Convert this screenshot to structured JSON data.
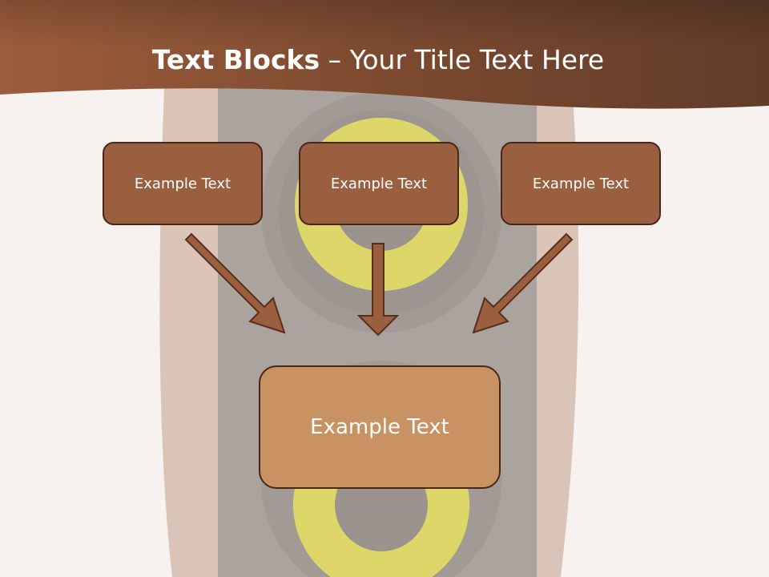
{
  "title": {
    "bold": "Text Blocks",
    "dash": " – ",
    "rest": "Your Title Text Here"
  },
  "boxes": [
    {
      "label": "Example Text"
    },
    {
      "label": "Example Text"
    },
    {
      "label": "Example Text"
    }
  ],
  "target": {
    "label": "Example Text"
  },
  "colors": {
    "header": "#8a4e30",
    "box": "#9a5f3f",
    "target_box": "#c99262",
    "border": "#4a2616",
    "arrow": "#9a5f3f",
    "speaker_cone": "#e8d84a"
  }
}
